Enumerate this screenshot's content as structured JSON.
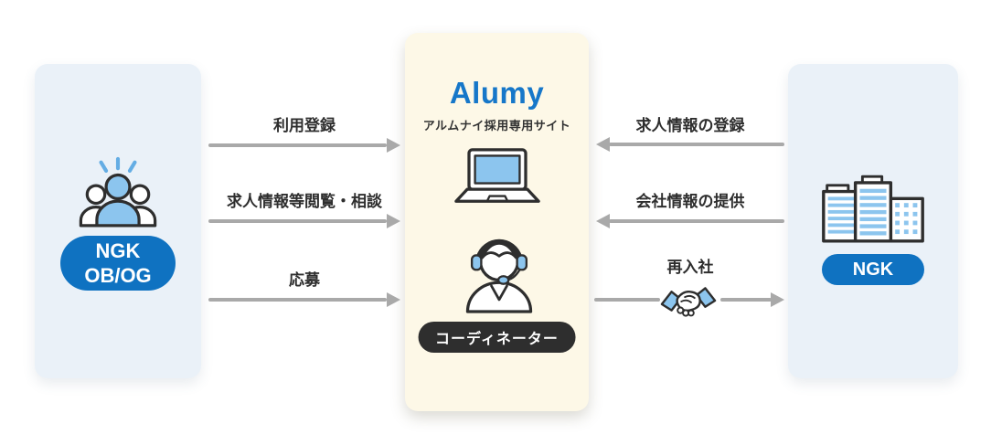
{
  "left_panel": {
    "line1": "NGK",
    "line2": "OB/OG",
    "icon": "people-group-icon"
  },
  "center_panel": {
    "title": "Alumy",
    "subtitle": "アルムナイ採用専用サイト",
    "badge": "コーディネーター",
    "icons": [
      "laptop-icon",
      "coordinator-headset-icon"
    ]
  },
  "right_panel": {
    "label": "NGK",
    "icon": "office-buildings-icon"
  },
  "flows": {
    "left_to_center": [
      {
        "label": "利用登録"
      },
      {
        "label": "求人情報等閲覧・相談"
      },
      {
        "label": "応募"
      }
    ],
    "right_to_center": [
      {
        "label": "求人情報の登録"
      },
      {
        "label": "会社情報の提供"
      }
    ],
    "center_to_right": {
      "label": "再入社",
      "icon": "handshake-icon"
    }
  },
  "colors": {
    "accent_blue": "#0F72C1",
    "title_blue": "#1677C9",
    "panel_blue_bg": "#EAF1F8",
    "panel_cream_bg": "#FDF8E7",
    "badge_dark": "#2E2E2E",
    "arrow_gray": "#A9A9A9",
    "icon_blue": "#8CC5EE"
  }
}
